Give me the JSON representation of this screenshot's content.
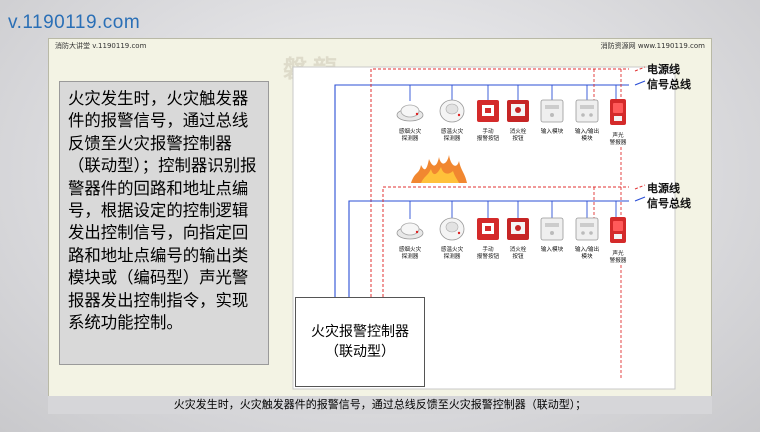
{
  "watermark": "v.1190119.com",
  "header": {
    "left": "消防大讲堂 v.1190119.com",
    "right": "消防资源网 www.1190119.com"
  },
  "brand": "磐龍",
  "main_text": "火灾发生时，火灾触发器件的报警信号，通过总线反馈至火灾报警控制器（联动型）；控制器识别报警器件的回路和地址点编号，根据设定的控制逻辑发出控制信号，向指定回路和地址点编号的输出类模块或（编码型）声光警报器发出控制指令，实现系统功能控制。",
  "controller": {
    "line1": "火灾报警控制器",
    "line2": "（联动型）"
  },
  "bus_labels": {
    "power": "电源线",
    "signal": "信号总线"
  },
  "devices": [
    {
      "label": "感烟火灾\n探测器",
      "icon": "smoke-detector-icon"
    },
    {
      "label": "感温火灾\n探测器",
      "icon": "heat-detector-icon"
    },
    {
      "label": "手动\n报警按钮",
      "icon": "manual-alarm-button-icon"
    },
    {
      "label": "消火栓\n按钮",
      "icon": "hydrant-button-icon"
    },
    {
      "label": "输入模块",
      "icon": "input-module-icon"
    },
    {
      "label": "输入/输出\n模块",
      "icon": "io-module-icon"
    },
    {
      "label": "声光\n警报器",
      "icon": "audible-visual-alarm-icon"
    }
  ],
  "caption": "火灾发生时，火灾触发器件的报警信号，通过总线反馈至火灾报警控制器（联动型）；",
  "colors": {
    "signal_bus": "#2b4fd6",
    "power_line": "#e03030",
    "device_red": "#d42a2a",
    "watermark": "#2a6fb6"
  }
}
